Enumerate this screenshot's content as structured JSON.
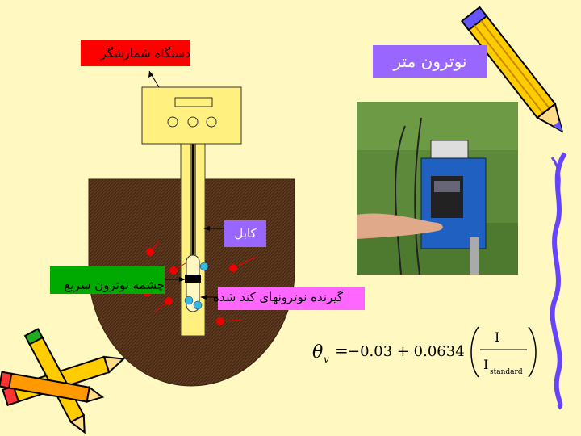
{
  "title": "نوترون متر",
  "labels": {
    "device": "دستگاه شمارشگر",
    "cable": "کابل",
    "fast_source": "چشمه نوترون سریع",
    "slow_detector": "گیرنده نوترونهای کند شده"
  },
  "formula": {
    "lhs_symbol": "θ",
    "lhs_subscript": "v",
    "equals": "=",
    "rhs_prefix": "−0.03 + 0.0634",
    "numerator": "I",
    "denominator": "I",
    "denominator_subscript": "standard"
  },
  "colors": {
    "background": "#fff8c0",
    "soil": "#4a2a14",
    "tube": "#fff080",
    "fast_neutron": "#ee0000",
    "slow_neutron": "#33bbdd",
    "red_label": "#ff0000",
    "purple_label": "#9966ff",
    "green_label": "#00aa00",
    "pink_label": "#ff66ff"
  },
  "decorations": {
    "top_right": "pencil-icon",
    "bottom_left": "crossed-pencils-icon",
    "right_edge": "wavy-ribbon-icon"
  }
}
